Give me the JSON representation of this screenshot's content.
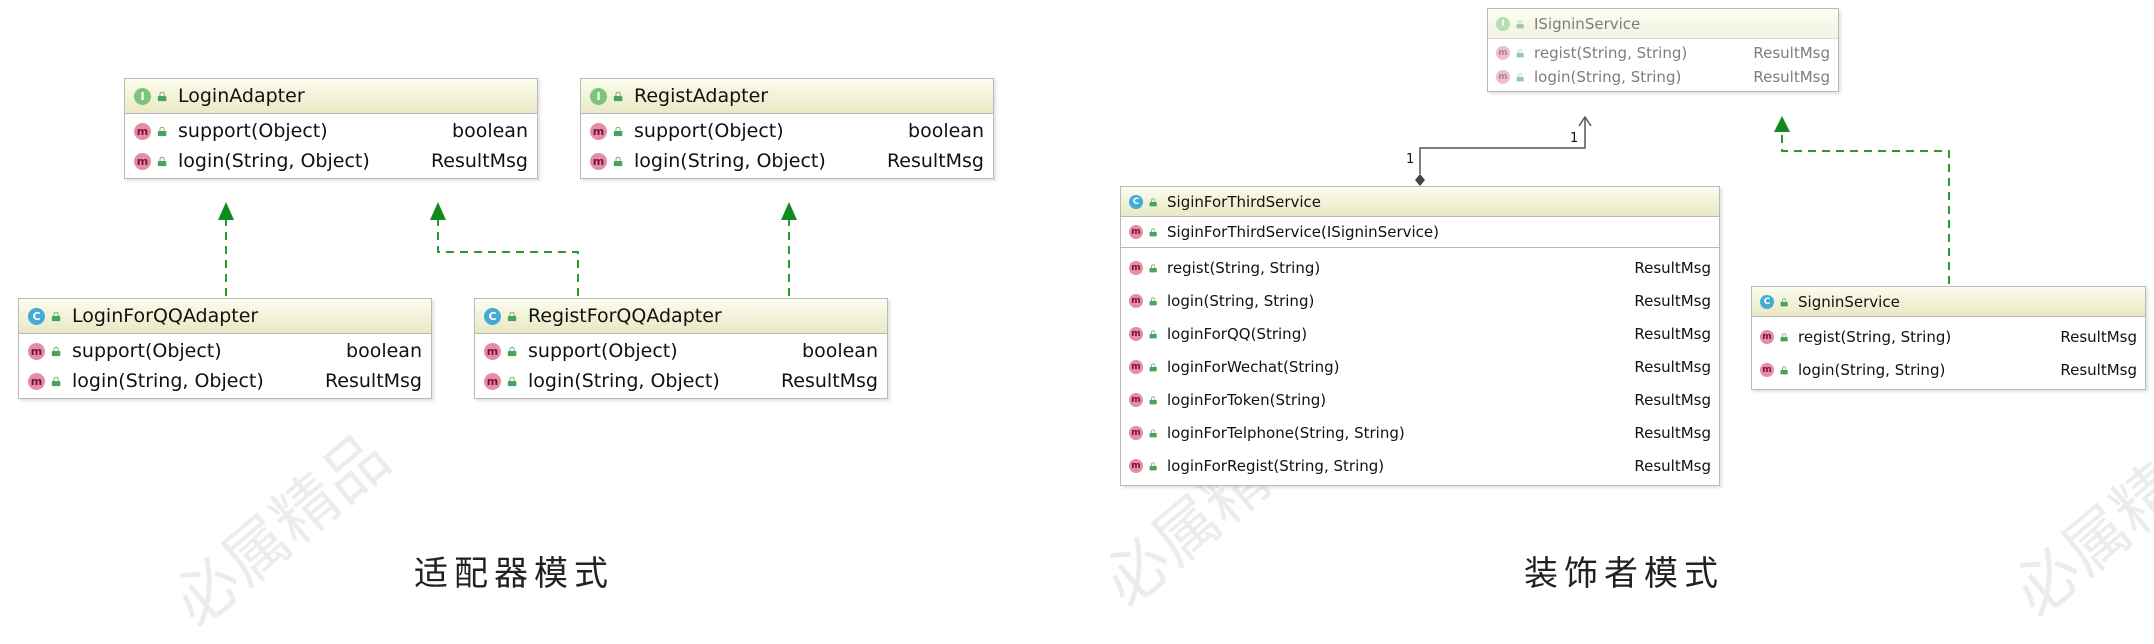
{
  "watermark": "必属精品",
  "adapter": {
    "caption": "适配器模式",
    "login_adapter": {
      "badge": "I",
      "name": "LoginAdapter",
      "methods": [
        {
          "name": "support(Object)",
          "ret": "boolean"
        },
        {
          "name": "login(String, Object)",
          "ret": "ResultMsg"
        }
      ]
    },
    "regist_adapter": {
      "badge": "I",
      "name": "RegistAdapter",
      "methods": [
        {
          "name": "support(Object)",
          "ret": "boolean"
        },
        {
          "name": "login(String, Object)",
          "ret": "ResultMsg"
        }
      ]
    },
    "login_qq_adapter": {
      "badge": "C",
      "name": "LoginForQQAdapter",
      "methods": [
        {
          "name": "support(Object)",
          "ret": "boolean"
        },
        {
          "name": "login(String, Object)",
          "ret": "ResultMsg"
        }
      ]
    },
    "regist_qq_adapter": {
      "badge": "C",
      "name": "RegistForQQAdapter",
      "methods": [
        {
          "name": "support(Object)",
          "ret": "boolean"
        },
        {
          "name": "login(String, Object)",
          "ret": "ResultMsg"
        }
      ]
    }
  },
  "decorator": {
    "caption": "装饰者模式",
    "isignin": {
      "badge": "I",
      "name": "ISigninService",
      "methods": [
        {
          "name": "regist(String, String)",
          "ret": "ResultMsg"
        },
        {
          "name": "login(String, String)",
          "ret": "ResultMsg"
        }
      ]
    },
    "third": {
      "badge": "C",
      "name": "SiginForThirdService",
      "constructor": "SiginForThirdService(ISigninService)",
      "methods": [
        {
          "name": "regist(String, String)",
          "ret": "ResultMsg"
        },
        {
          "name": "login(String, String)",
          "ret": "ResultMsg"
        },
        {
          "name": "loginForQQ(String)",
          "ret": "ResultMsg"
        },
        {
          "name": "loginForWechat(String)",
          "ret": "ResultMsg"
        },
        {
          "name": "loginForToken(String)",
          "ret": "ResultMsg"
        },
        {
          "name": "loginForTelphone(String, String)",
          "ret": "ResultMsg"
        },
        {
          "name": "loginForRegist(String, String)",
          "ret": "ResultMsg"
        }
      ]
    },
    "signin": {
      "badge": "C",
      "name": "SigninService",
      "methods": [
        {
          "name": "regist(String, String)",
          "ret": "ResultMsg"
        },
        {
          "name": "login(String, String)",
          "ret": "ResultMsg"
        }
      ]
    },
    "multiplicity_source": "1",
    "multiplicity_target": "1"
  }
}
